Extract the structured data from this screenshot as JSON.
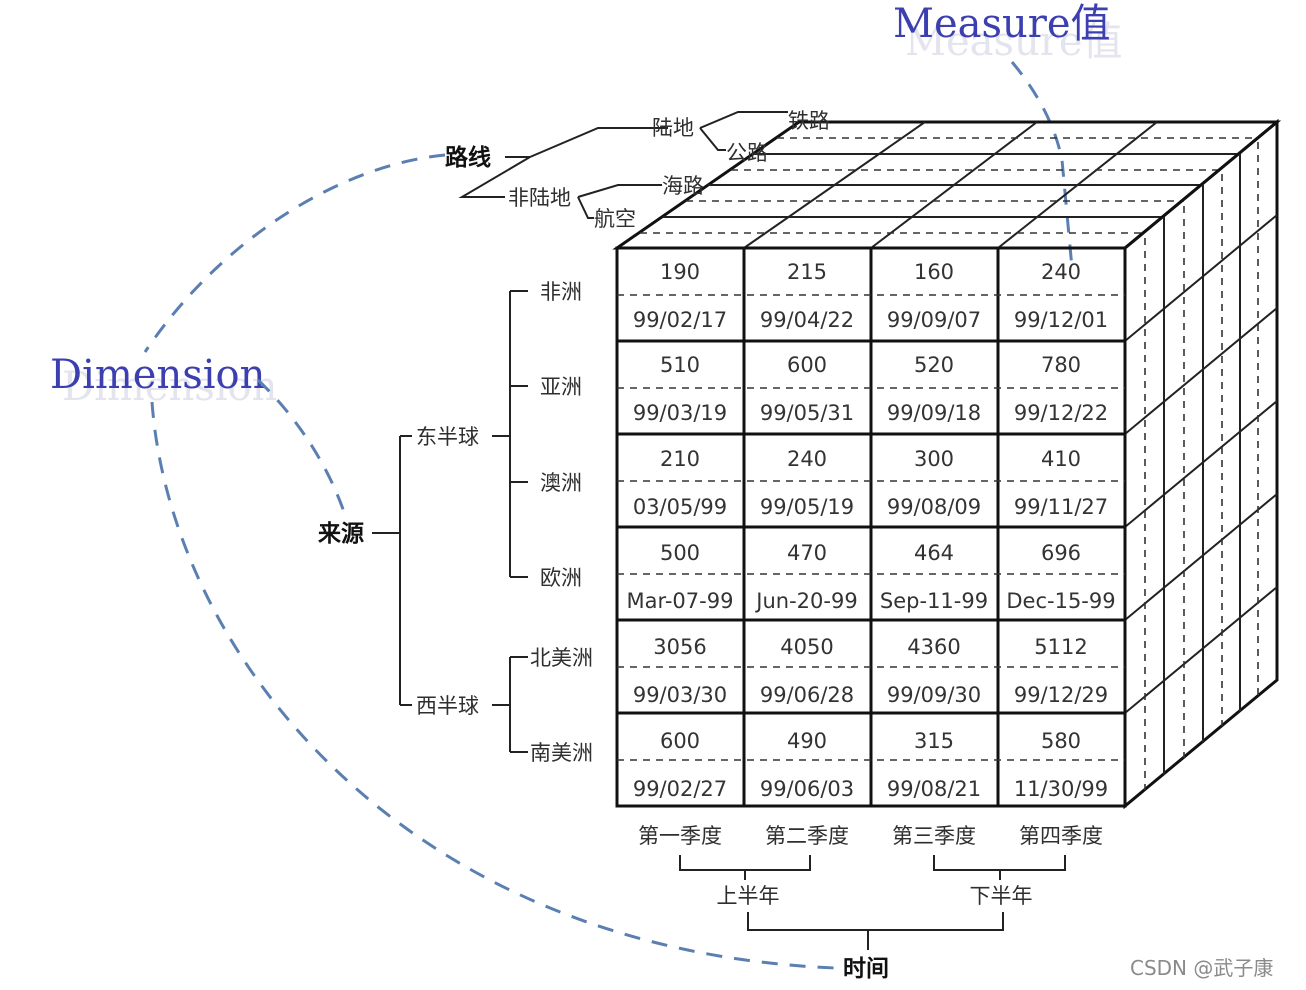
{
  "labels": {
    "measure": "Measure值",
    "dimension": "Dimension",
    "watermark": "CSDN @武子康"
  },
  "route_dimension": {
    "root": "路线",
    "land": "陆地",
    "non_land": "非陆地",
    "leaves": [
      "铁路",
      "公路",
      "海路",
      "航空"
    ]
  },
  "source_dimension": {
    "root": "来源",
    "hemispheres": [
      "东半球",
      "西半球"
    ],
    "continents": [
      "非洲",
      "亚洲",
      "澳洲",
      "欧洲",
      "北美洲",
      "南美洲"
    ]
  },
  "time_dimension": {
    "root": "时间",
    "quarters": [
      "第一季度",
      "第二季度",
      "第三季度",
      "第四季度"
    ],
    "halves": [
      "上半年",
      "下半年"
    ]
  },
  "cube": {
    "rows": [
      {
        "values": [
          "190",
          "215",
          "160",
          "240"
        ],
        "dates": [
          "99/02/17",
          "99/04/22",
          "99/09/07",
          "99/12/01"
        ]
      },
      {
        "values": [
          "510",
          "600",
          "520",
          "780"
        ],
        "dates": [
          "99/03/19",
          "99/05/31",
          "99/09/18",
          "99/12/22"
        ]
      },
      {
        "values": [
          "210",
          "240",
          "300",
          "410"
        ],
        "dates": [
          "03/05/99",
          "99/05/19",
          "99/08/09",
          "99/11/27"
        ]
      },
      {
        "values": [
          "500",
          "470",
          "464",
          "696"
        ],
        "dates": [
          "Mar-07-99",
          "Jun-20-99",
          "Sep-11-99",
          "Dec-15-99"
        ]
      },
      {
        "values": [
          "3056",
          "4050",
          "4360",
          "5112"
        ],
        "dates": [
          "99/03/30",
          "99/06/28",
          "99/09/30",
          "99/12/29"
        ]
      },
      {
        "values": [
          "600",
          "490",
          "315",
          "580"
        ],
        "dates": [
          "99/02/27",
          "99/06/03",
          "99/08/21",
          "11/30/99"
        ]
      }
    ]
  }
}
